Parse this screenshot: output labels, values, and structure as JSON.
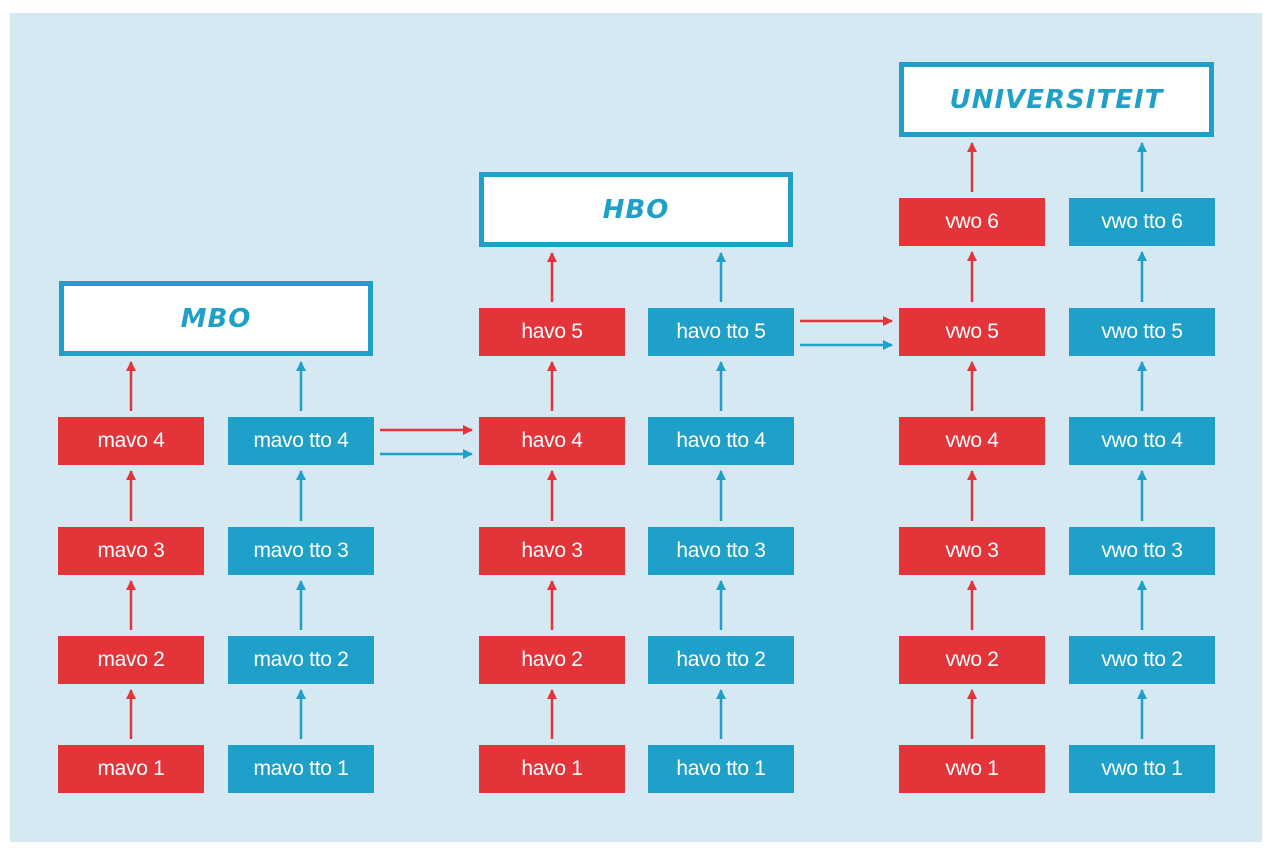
{
  "colors": {
    "background": "#d6e8f2",
    "regular": "#e3343a",
    "tto": "#1ea0c8",
    "destination_fill": "#ffffff"
  },
  "destinations": {
    "mbo": "MBO",
    "hbo": "HBO",
    "universiteit": "UNIVERSITEIT"
  },
  "mavo": {
    "regular": [
      "mavo 1",
      "mavo 2",
      "mavo 3",
      "mavo 4"
    ],
    "tto": [
      "mavo tto 1",
      "mavo tto 2",
      "mavo tto 3",
      "mavo tto 4"
    ]
  },
  "havo": {
    "regular": [
      "havo 1",
      "havo 2",
      "havo 3",
      "havo 4",
      "havo 5"
    ],
    "tto": [
      "havo tto 1",
      "havo tto 2",
      "havo tto 3",
      "havo tto 4",
      "havo tto 5"
    ]
  },
  "vwo": {
    "regular": [
      "vwo 1",
      "vwo 2",
      "vwo 3",
      "vwo 4",
      "vwo 5",
      "vwo 6"
    ],
    "tto": [
      "vwo tto 1",
      "vwo tto 2",
      "vwo tto 3",
      "vwo tto 4",
      "vwo tto 5",
      "vwo tto 6"
    ]
  }
}
